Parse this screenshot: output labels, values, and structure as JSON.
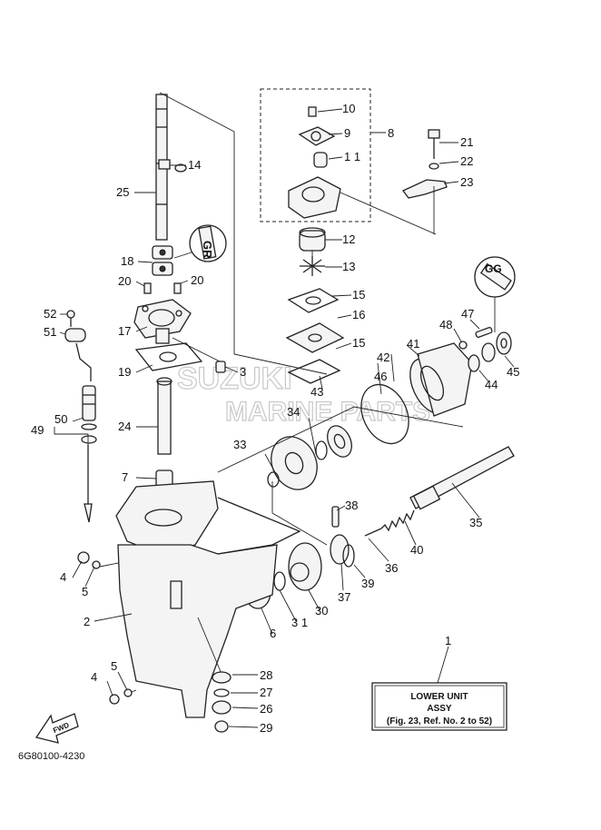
{
  "callouts": {
    "c1": "1",
    "c2": "2",
    "c3": "3",
    "c4a": "4",
    "c4b": "4",
    "c5a": "5",
    "c5b": "5",
    "c6": "6",
    "c7": "7",
    "c8": "8",
    "c9": "9",
    "c10": "10",
    "c11": "1 1",
    "c12": "12",
    "c13": "13",
    "c14": "14",
    "c15a": "15",
    "c15b": "15",
    "c16": "16",
    "c17": "17",
    "c18": "18",
    "c19": "19",
    "c20a": "20",
    "c20b": "20",
    "c21": "21",
    "c22": "22",
    "c23": "23",
    "c24": "24",
    "c25": "25",
    "c26": "26",
    "c27": "27",
    "c28": "28",
    "c29": "29",
    "c30": "30",
    "c31": "3 1",
    "c33": "33",
    "c34": "34",
    "c35": "35",
    "c36": "36",
    "c37": "37",
    "c38": "38",
    "c39": "39",
    "c40": "40",
    "c41": "41",
    "c42": "42",
    "c43": "43",
    "c44": "44",
    "c45": "45",
    "c46": "46",
    "c47": "47",
    "c48": "48",
    "c49": "49",
    "c50": "50",
    "c51": "51",
    "c52": "52"
  },
  "info_box": {
    "line1": "LOWER UNIT",
    "line2": "ASSY",
    "line3": "(Fig. 23, Ref. No. 2 to 52)"
  },
  "badges": {
    "gr": "GR",
    "gg": "GG"
  },
  "fwd_label": "FWD",
  "drawing_code": "6G80100-4230",
  "watermark": {
    "line1": "SUZUKI",
    "line2": "MARINE PARTS"
  }
}
